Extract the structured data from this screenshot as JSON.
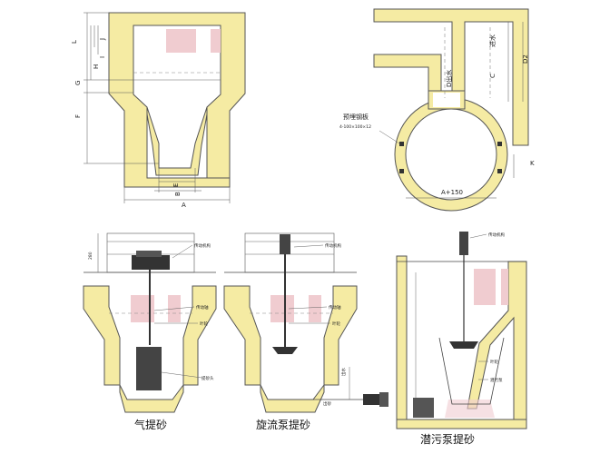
{
  "panel_tl": {
    "dim_letters": {
      "L": "L",
      "J": "J",
      "I": "I",
      "H": "H",
      "G": "G",
      "F": "F",
      "E": "E",
      "B": "B",
      "A": "A"
    }
  },
  "panel_tr": {
    "inlet_label": "进水",
    "outlet_label": "D出水",
    "dim_C": "C",
    "dim_D2": "D2",
    "dim_K": "K",
    "dim_A150": "A+150",
    "plate_title": "预埋钢板",
    "plate_spec": "4-100×100×12"
  },
  "bottom_left": {
    "caption": "气提砂",
    "dim_280": "280",
    "drive_label": "传动机构",
    "shaft_label": "传动轴",
    "impeller_label": "叶轮",
    "head_label": "提砂头"
  },
  "bottom_mid": {
    "caption": "旋流泵提砂",
    "drive_label": "传动机构",
    "shaft_label": "传动轴",
    "impeller_label": "叶轮",
    "out_label": "出砂",
    "side_label": "出水"
  },
  "bottom_right": {
    "caption": "潜污泵提砂",
    "drive_label": "传动机构",
    "impeller_label": "叶轮",
    "pump_label": "潜污泵"
  }
}
